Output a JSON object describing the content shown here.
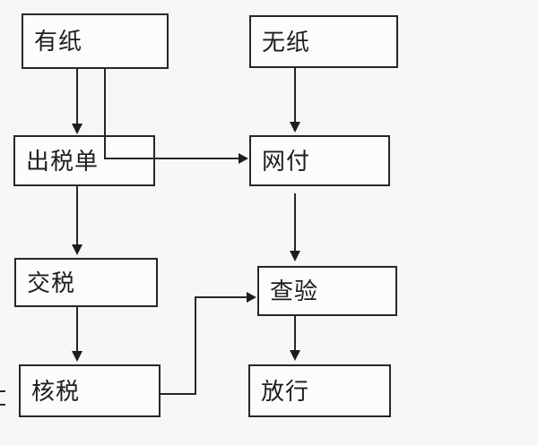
{
  "diagram": {
    "type": "flowchart",
    "background_color": "#f7f7f7",
    "box_fill_color": "#fcfcfc",
    "line_color": "#272727",
    "text_color": "#1d1d1d",
    "nodes": [
      {
        "id": "has_paper",
        "label": "有纸"
      },
      {
        "id": "paperless",
        "label": "无纸"
      },
      {
        "id": "issue_tax_bill",
        "label": "出税单"
      },
      {
        "id": "online_payment",
        "label": "网付"
      },
      {
        "id": "pay_tax",
        "label": "交税"
      },
      {
        "id": "inspection",
        "label": "查验"
      },
      {
        "id": "assess_tax",
        "label": "核税"
      },
      {
        "id": "release",
        "label": "放行"
      }
    ],
    "edges": [
      {
        "from": "有纸",
        "to": "出税单"
      },
      {
        "from": "有纸",
        "to": "网付"
      },
      {
        "from": "无纸",
        "to": "网付"
      },
      {
        "from": "出税单",
        "to": "交税"
      },
      {
        "from": "交税",
        "to": "核税"
      },
      {
        "from": "网付",
        "to": "查验"
      },
      {
        "from": "核税",
        "to": "查验"
      },
      {
        "from": "查验",
        "to": "放行"
      }
    ]
  }
}
